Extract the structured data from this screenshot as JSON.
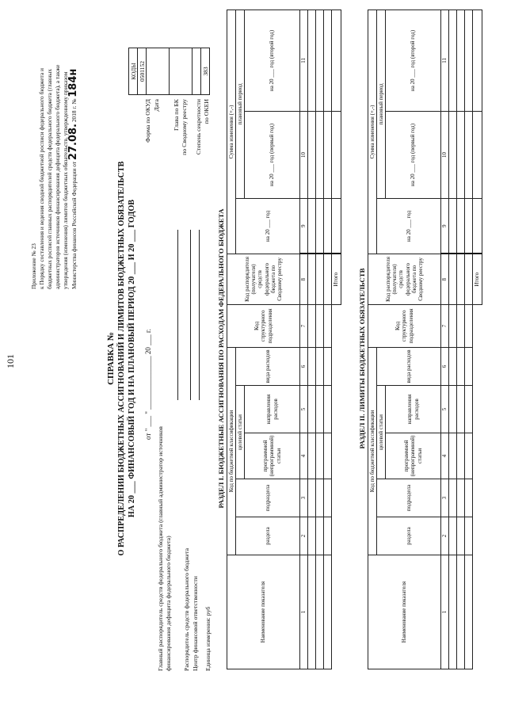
{
  "page_number": "101",
  "appendix": {
    "lines": [
      "Приложение № 23",
      "к Порядку составления и ведения сводной бюджетной росписи федерального бюджета и",
      "бюджетных росписей главных распорядителей средств федерального бюджета (главных",
      "администраторов источников финансирования дефицита федерального бюджета), а также",
      "утверждения (изменения) лимитов бюджетных обязательств, утвержденному приказом",
      "Министерства финансов Российской Федерации от"
    ],
    "sig_date": "27.08.",
    "sig_mid": " 2018 г. № ",
    "sig_num": "184н"
  },
  "title": {
    "line1": "СПРАВКА №",
    "line2": "О РАСПРЕДЕЛЕНИИ БЮДЖЕТНЫХ АССИГНОВАНИЙ И ЛИМИТОВ БЮДЖЕТНЫХ ОБЯЗАТЕЛЬСТВ",
    "line3": "НА 20 ___ ФИНАНСОВЫЙ ГОД И НА ПЛАНОВЫЙ ПЕРИОД 20 ___ И 20 ___ ГОДОВ"
  },
  "date_line": "от \" ___ \" _______________ 20 ___ г.",
  "header_fields": {
    "main_admin": "Главный распорядитель средств федерального бюджета (главный администратор источников финансирования дефицита федерального бюджета)",
    "manager": "Распорядитель средств федерального бюджета",
    "center": "Центр финансовой ответственности",
    "unit": "Единица измерения: руб"
  },
  "right_labels": {
    "okud": "Форма по ОКУД",
    "date": "Дата",
    "glava1": "Глава по БК",
    "glava2": "по Сводному реестру",
    "okei1": "Степень секретности",
    "okei2": "по ОКЕИ"
  },
  "codes": {
    "header": "КОДЫ",
    "okud_value": "0501152",
    "okei_value": "383"
  },
  "section1": {
    "title": "РАЗДЕЛ I. БЮДЖЕТНЫЕ АССИГНОВАНИЯ ПО РАСХОДАМ ФЕДЕРАЛЬНОГО БЮДЖЕТА",
    "col_name": "Наименование показателя",
    "itogo": "Итого"
  },
  "section2": {
    "title": "РАЗДЕЛ II. ЛИМИТЫ БЮДЖЕТНЫХ ОБЯЗАТЕЛЬСТВ",
    "col_name": "Наименование показателя",
    "itogo": "Итого"
  },
  "columns": {
    "bk_group": "Код по бюджетной классификации",
    "razdel": "раздела",
    "podrazdel": "подраздела",
    "target_group": "целевой статьи",
    "program": "программной (непрограммной) статьи",
    "direction": "направления расходов",
    "vid": "вида расходов",
    "struct": "Код структурного подразделения",
    "recipient": "Код распорядителя (получателя) средств федерального бюджета по Сводному реестру",
    "change_group": "Сумма изменения (+,-)",
    "plan_period": "плановый период",
    "year_cur": "на 20 ___ год",
    "year1": "на 20 ___ год (первый год)",
    "year2": "на 20 ___ год (второй год)"
  },
  "col_numbers": [
    "1",
    "2",
    "3",
    "4",
    "5",
    "6",
    "7",
    "8",
    "9",
    "10",
    "11"
  ]
}
